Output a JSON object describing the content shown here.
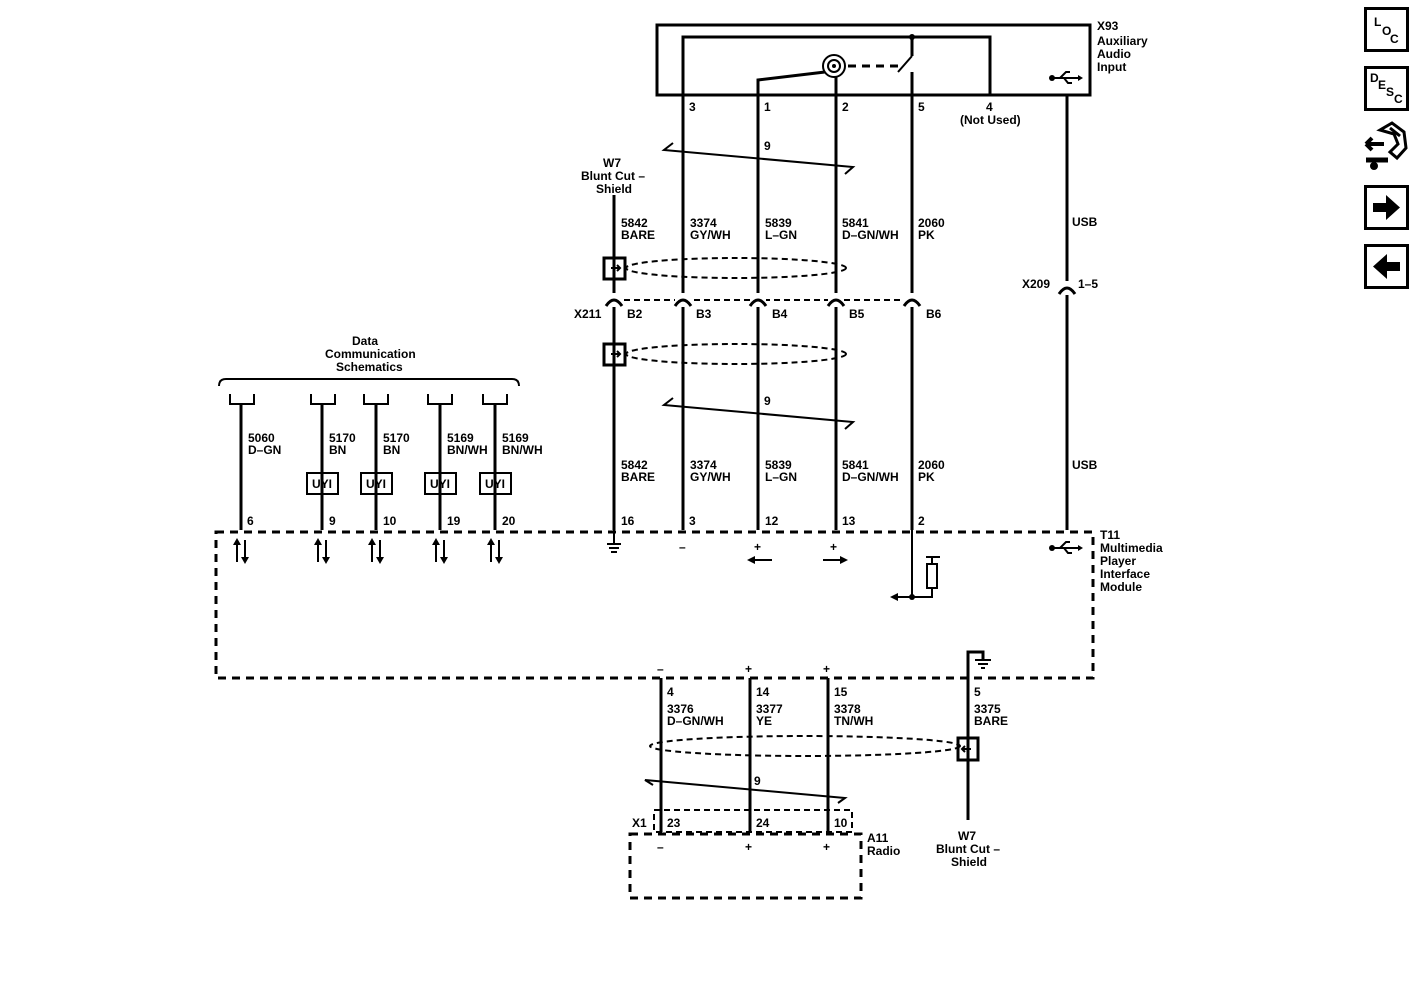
{
  "nav": {
    "loc": [
      "L",
      "O",
      "C"
    ],
    "desc": [
      "D",
      "E",
      "S",
      "C"
    ]
  },
  "x93": {
    "title": [
      "X93",
      "Auxiliary",
      "Audio",
      "Input"
    ],
    "pins": [
      "3",
      "1",
      "2",
      "5",
      "4"
    ],
    "pin4_note": "(Not Used)"
  },
  "w7_top": [
    "W7",
    "Blunt Cut –",
    "Shield"
  ],
  "w7_bottom": [
    "W7",
    "Blunt Cut –",
    "Shield"
  ],
  "twist_label": "9",
  "upper_wires": [
    {
      "num": "5842",
      "color": "BARE"
    },
    {
      "num": "3374",
      "color": "GY/WH"
    },
    {
      "num": "5839",
      "color": "L–GN"
    },
    {
      "num": "5841",
      "color": "D–GN/WH"
    },
    {
      "num": "2060",
      "color": "PK"
    }
  ],
  "lower_wires": [
    {
      "num": "5842",
      "color": "BARE"
    },
    {
      "num": "3374",
      "color": "GY/WH"
    },
    {
      "num": "5839",
      "color": "L–GN"
    },
    {
      "num": "5841",
      "color": "D–GN/WH"
    },
    {
      "num": "2060",
      "color": "PK"
    }
  ],
  "usb_label": "USB",
  "x211": {
    "name": "X211",
    "pins": [
      "B2",
      "B3",
      "B4",
      "B5",
      "B6"
    ]
  },
  "x209": {
    "name": "X209",
    "pins": "1–5"
  },
  "data_comm": [
    "Data",
    "Communication",
    "Schematics"
  ],
  "data_wires": [
    {
      "num": "5060",
      "color": "D–GN"
    },
    {
      "num": "5170",
      "color": "BN"
    },
    {
      "num": "5170",
      "color": "BN"
    },
    {
      "num": "5169",
      "color": "BN/WH"
    },
    {
      "num": "5169",
      "color": "BN/WH"
    }
  ],
  "uyi": "UYI",
  "t11": {
    "title": [
      "T11",
      "Multimedia",
      "Player",
      "Interface",
      "Module"
    ],
    "top_pins": [
      "6",
      "9",
      "10",
      "19",
      "20",
      "16",
      "3",
      "12",
      "13",
      "2"
    ],
    "bottom_pins": [
      "4",
      "14",
      "15",
      "5"
    ]
  },
  "radio_wires": [
    {
      "num": "3376",
      "color": "D–GN/WH"
    },
    {
      "num": "3377",
      "color": "YE"
    },
    {
      "num": "3378",
      "color": "TN/WH"
    },
    {
      "num": "3375",
      "color": "BARE"
    }
  ],
  "a11": {
    "connector": "X1",
    "pins": [
      "23",
      "24",
      "10"
    ],
    "title": [
      "A11",
      "Radio"
    ]
  },
  "signs": {
    "minus": "–",
    "plus": "+"
  }
}
